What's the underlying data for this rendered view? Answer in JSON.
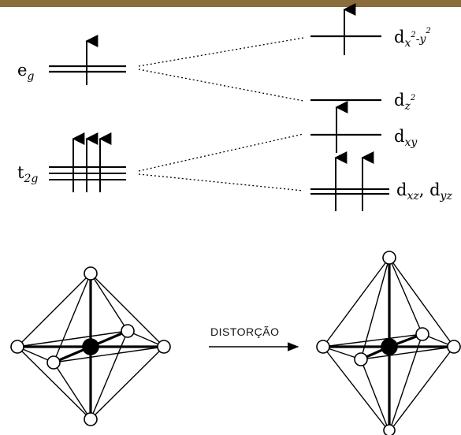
{
  "colors": {
    "top_bar": "#8a6d3b",
    "ink": "#000000"
  },
  "left_levels": {
    "eg": {
      "main": "e",
      "sub": "g"
    },
    "t2g": {
      "main": "t",
      "sub": "2g"
    }
  },
  "right_levels": {
    "dx2y2": {
      "main": "d",
      "sub1": "x",
      "sup1": "2",
      "dash": "-",
      "sub2": "y",
      "sup2": "2"
    },
    "dz2": {
      "main": "d",
      "sub": "z",
      "sup": "2"
    },
    "dxy": {
      "main": "d",
      "sub": "xy"
    },
    "dxz_dyz": {
      "main1": "d",
      "sub1": "xz",
      "sep": ", ",
      "main2": "d",
      "sub2": "yz"
    }
  },
  "distortion_label": "DISTORÇÃO"
}
